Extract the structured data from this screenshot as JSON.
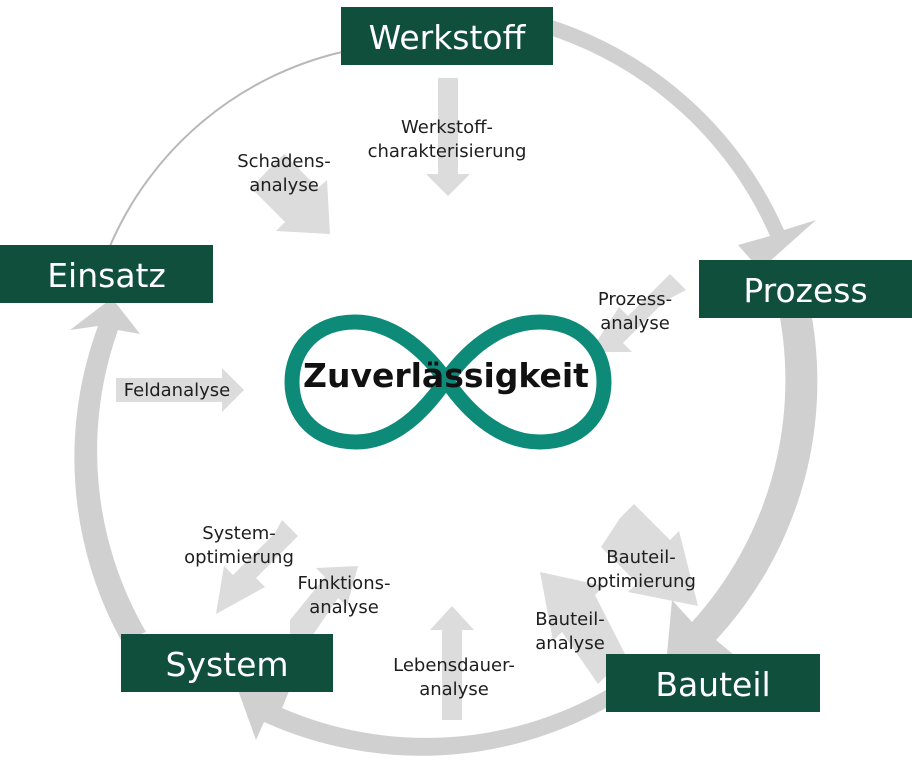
{
  "center": {
    "title": "Zuverlässigkeit"
  },
  "stages": {
    "werkstoff": "Werkstoff",
    "prozess": "Prozess",
    "bauteil": "Bauteil",
    "system": "System",
    "einsatz": "Einsatz"
  },
  "analyses": {
    "werkstoffcharakterisierung": [
      "Werkstoff-",
      "charakterisierung"
    ],
    "schadensanalyse": [
      "Schadens-",
      "analyse"
    ],
    "prozessanalyse": [
      "Prozess-",
      "analyse"
    ],
    "feldanalyse": [
      "Feldanalyse"
    ],
    "bauteiloptimierung": [
      "Bauteil-",
      "optimierung"
    ],
    "bauteilanalyse": [
      "Bauteil-",
      "analyse"
    ],
    "lebensdaueranalyse": [
      "Lebensdauer-",
      "analyse"
    ],
    "funktionsanalyse": [
      "Funktions-",
      "analyse"
    ],
    "systemoptimierung": [
      "System-",
      "optimierung"
    ]
  },
  "colors": {
    "box": "#0f4f3c",
    "infinity": "#0d8a78",
    "cycle_arrow": "#d0d0d0",
    "inner_arrow": "#dcdcdc"
  }
}
